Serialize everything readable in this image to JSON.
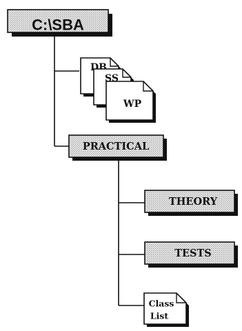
{
  "diagram": {
    "root": {
      "label": "C:\\SBA",
      "kind": "folder"
    },
    "documents": [
      {
        "label": "DB",
        "kind": "document"
      },
      {
        "label": "SS",
        "kind": "document"
      },
      {
        "label": "WP",
        "kind": "document"
      }
    ],
    "practical": {
      "label": "PRACTICAL",
      "kind": "folder"
    },
    "children": [
      {
        "label": "THEORY",
        "kind": "folder"
      },
      {
        "label": "TESTS",
        "kind": "folder"
      },
      {
        "label_lines": [
          "Class",
          "List"
        ],
        "kind": "document"
      }
    ]
  }
}
